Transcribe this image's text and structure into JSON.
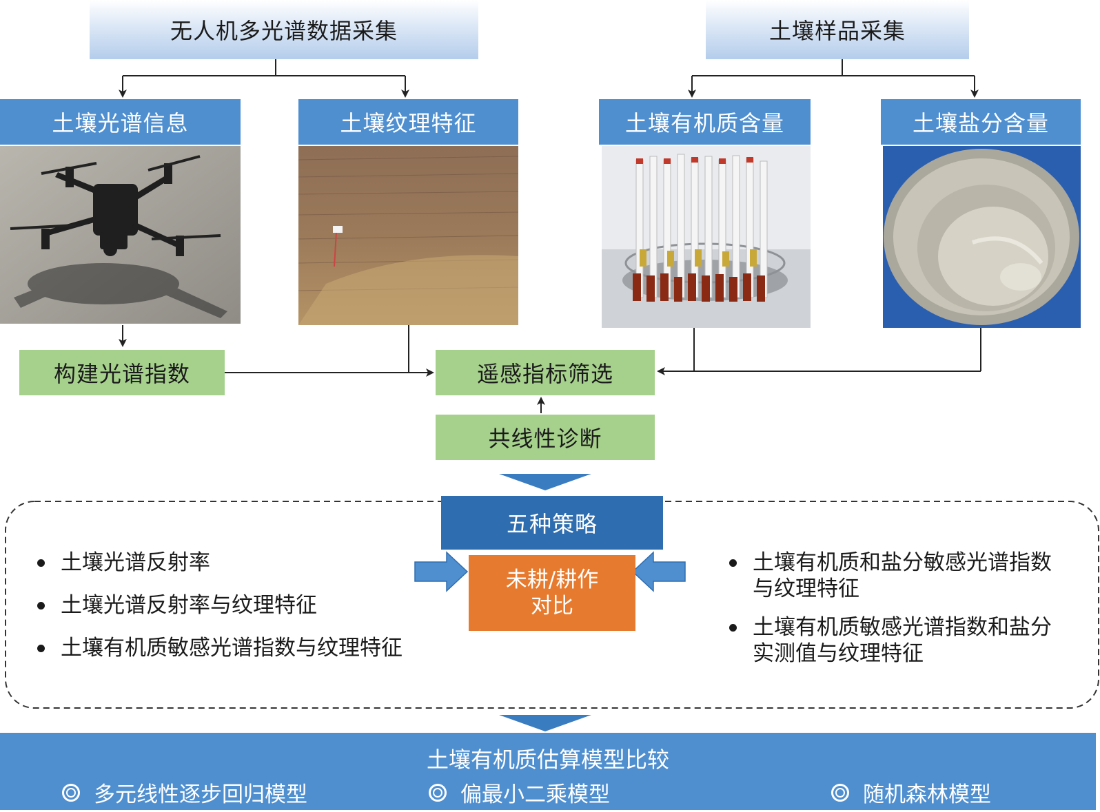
{
  "top": {
    "uav": "无人机多光谱数据采集",
    "soil_sampling": "土壤样品采集"
  },
  "heads": {
    "spectral_info": "土壤光谱信息",
    "texture": "土壤纹理特征",
    "organic": "土壤有机质含量",
    "salt": "土壤盐分含量"
  },
  "middle": {
    "build_index": "构建光谱指数",
    "screening": "遥感指标筛选",
    "collinearity": "共线性诊断"
  },
  "strategy": {
    "title": "五种策略",
    "compare_line1": "未耕/耕作",
    "compare_line2": "对比",
    "left_items": [
      "土壤光谱反射率",
      "土壤光谱反射率与纹理特征",
      "土壤有机质敏感光谱指数与纹理特征"
    ],
    "right_items": [
      {
        "line1": "土壤有机质和盐分敏感光谱指数",
        "line2": "与纹理特征"
      },
      {
        "line1": "土壤有机质敏感光谱指数和盐分",
        "line2": "实测值与纹理特征"
      }
    ]
  },
  "bottom": {
    "title": "土壤有机质估算模型比较",
    "models": [
      "多元线性逐步回归模型",
      "偏最小二乘模型",
      "随机森林模型"
    ]
  },
  "colors": {
    "blue_head": "#4f8fd0",
    "green_box": "#a6d18c",
    "strategy_blue": "#2e6db0",
    "orange": "#e67a2e"
  }
}
